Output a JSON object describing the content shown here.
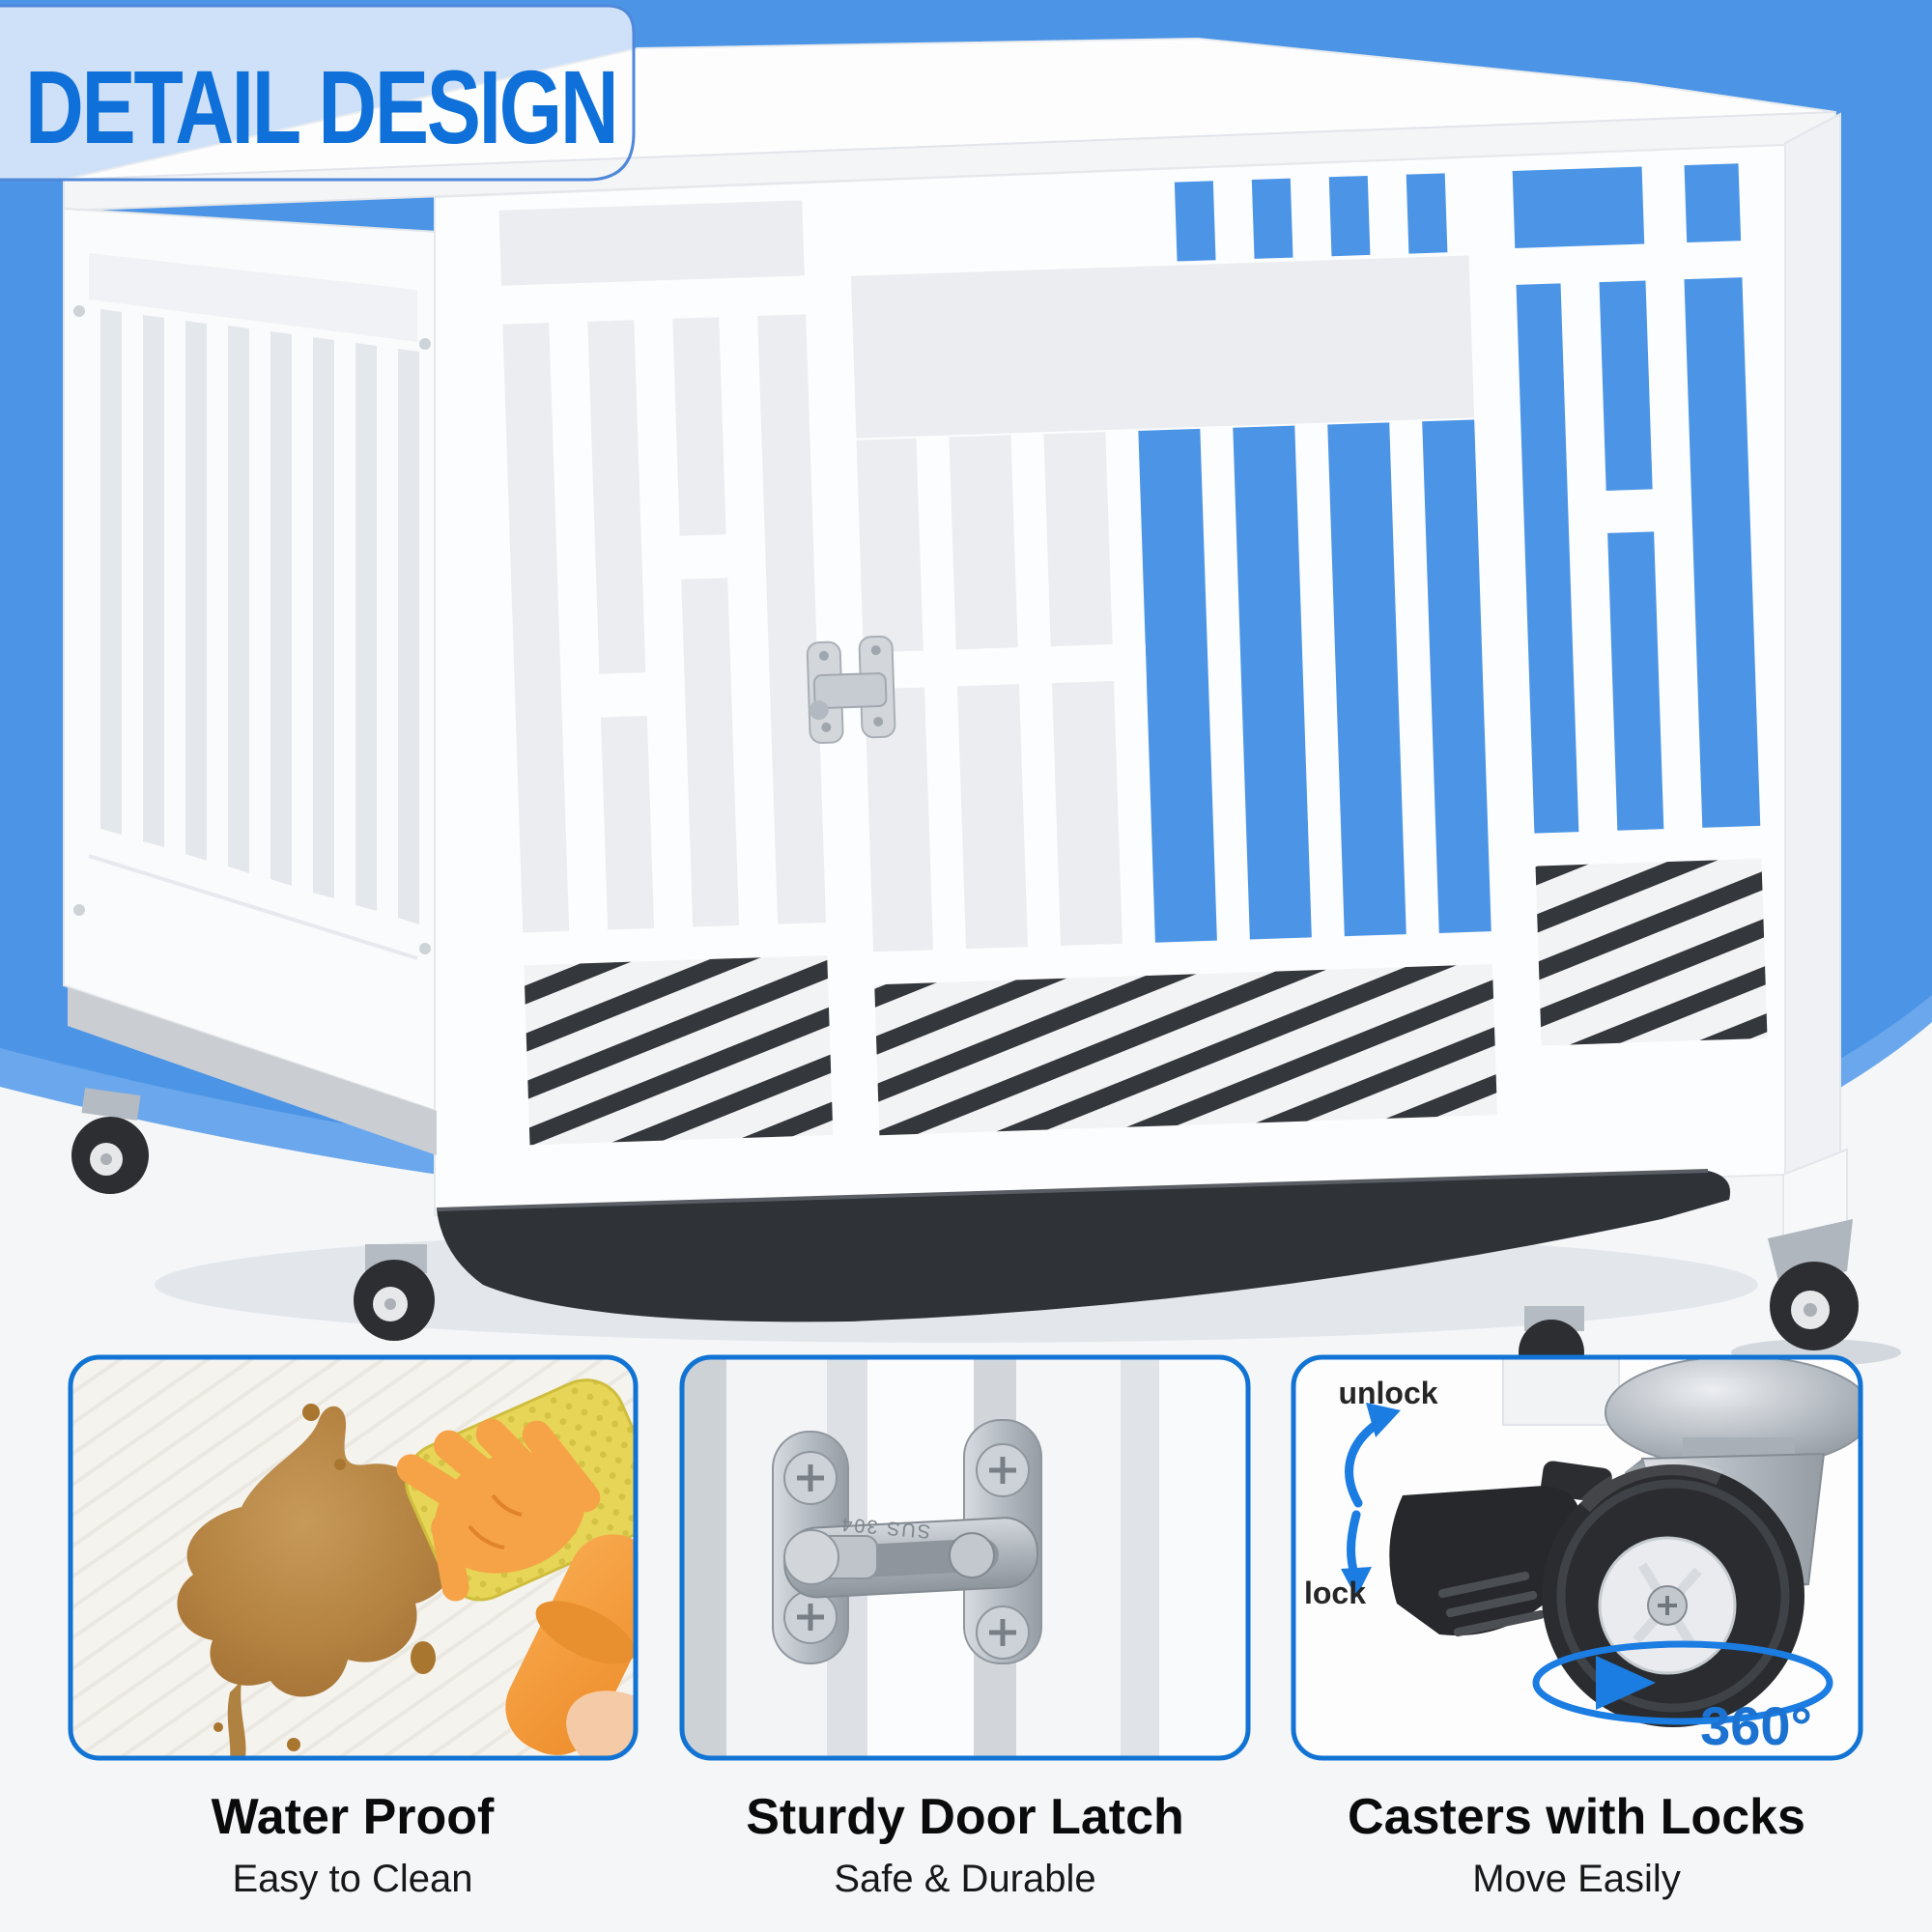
{
  "banner": {
    "title": "DETAIL DESIGN"
  },
  "colors": {
    "background_blue": "#4c95e6",
    "banner_light_blue": "#cfe1f9",
    "accent_blue": "#1173d3",
    "title_blue": "#0e70d8",
    "arrow_blue": "#1b7ce2"
  },
  "caster_annotations": {
    "unlock": "unlock",
    "lock": "lock",
    "rotation": "360°"
  },
  "latch": {
    "stamp": "SUS 304"
  },
  "features": [
    {
      "title": "Water Proof",
      "subtitle": "Easy to Clean"
    },
    {
      "title": "Sturdy Door Latch",
      "subtitle": "Safe & Durable"
    },
    {
      "title": "Casters with Locks",
      "subtitle": "Move Easily"
    }
  ]
}
